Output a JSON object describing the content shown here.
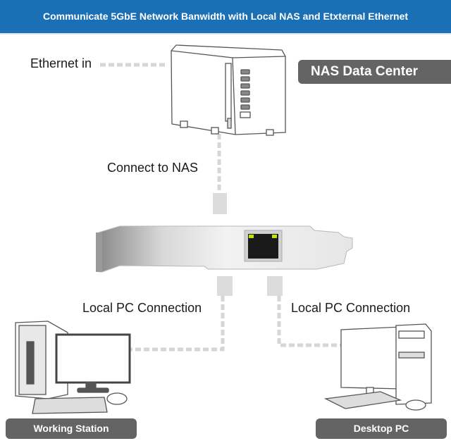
{
  "header": {
    "title": "Communicate 5GbE Network Banwidth with Local NAS and Etxternal Ethernet"
  },
  "labels": {
    "ethernet_in": "Ethernet in",
    "connect_to_nas": "Connect to NAS",
    "local_pc_left": "Local PC Connection",
    "local_pc_right": "Local PC Connection"
  },
  "badges": {
    "nas": "NAS Data Center",
    "working_station": "Working Station",
    "desktop_pc": "Desktop PC"
  },
  "colors": {
    "banner": "#1a6fb5",
    "badge": "#646464",
    "cable": "#d4d4d4",
    "led": "#c8e000"
  },
  "devices": [
    {
      "name": "NAS",
      "icon": "nas-server-icon"
    },
    {
      "name": "Network card",
      "icon": "pcie-network-card-icon"
    },
    {
      "name": "Working Station",
      "icon": "workstation-computer-icon"
    },
    {
      "name": "Desktop PC",
      "icon": "desktop-pc-icon"
    }
  ]
}
